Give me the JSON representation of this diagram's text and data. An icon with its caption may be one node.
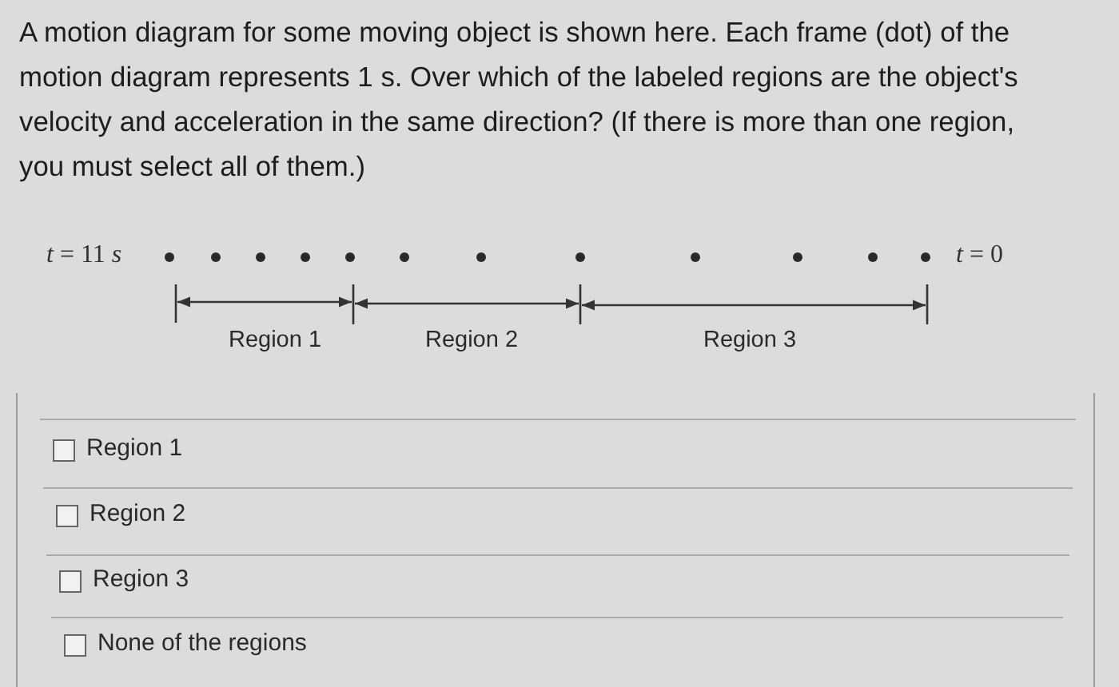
{
  "diagram": {
    "labels": [
      "A motion diagram for some moving object is shown here. Each frame (dot) of the motion diagram represents 1 s. Over which of the labeled regions are the object's velocity and acceleration in the same direction? (If there is more than one region, you must select all of them.)",
      "*t* = 11 *s*",
      "*t* = 0",
      "Region 1",
      "Region 2",
      "Region 3",
      "Region 1",
      "Region 2",
      "Region 3",
      "None of the regions"
    ]
  }
}
